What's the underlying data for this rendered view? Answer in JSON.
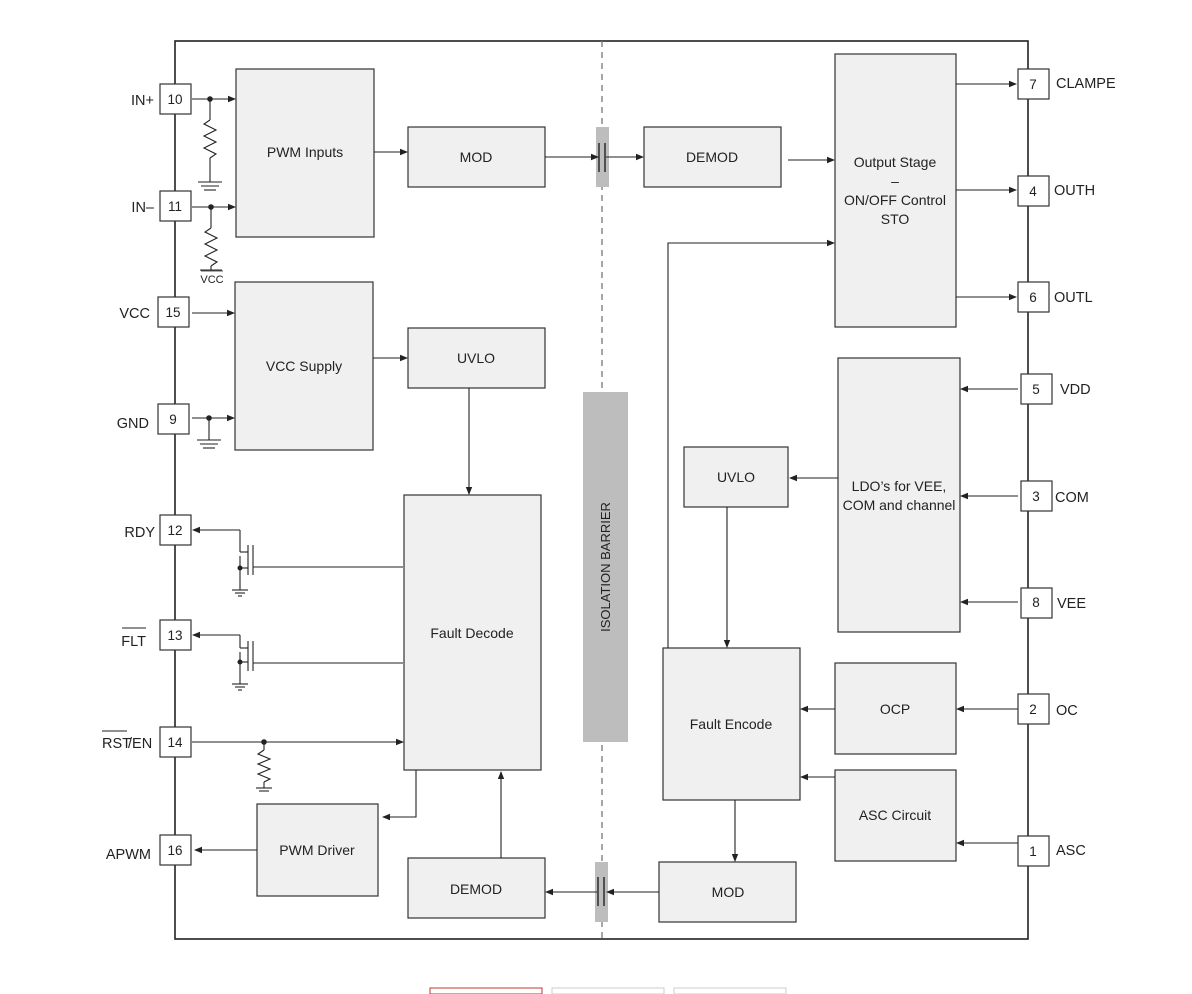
{
  "blocks": {
    "pwm_inputs": "PWM Inputs",
    "mod_top": "MOD",
    "demod_top": "DEMOD",
    "output_stage": [
      "Output Stage",
      "–",
      "ON/OFF Control",
      "STO"
    ],
    "vcc_supply": "VCC Supply",
    "uvlo_left": "UVLO",
    "uvlo_right": "UVLO",
    "ldo": [
      "LDO’s for VEE,",
      "COM and channel"
    ],
    "fault_decode": "Fault Decode",
    "fault_encode": "Fault Encode",
    "ocp": "OCP",
    "asc_circuit": "ASC Circuit",
    "pwm_driver": "PWM Driver",
    "demod_bottom": "DEMOD",
    "mod_bottom": "MOD",
    "isolation_barrier": "ISOLATION BARRIER"
  },
  "left_pins": [
    {
      "name": "IN+",
      "num": "10"
    },
    {
      "name": "IN–",
      "num": "11"
    },
    {
      "name": "VCC",
      "num": "15"
    },
    {
      "name": "GND",
      "num": "9"
    },
    {
      "name": "RDY",
      "num": "12"
    },
    {
      "name": "FLT",
      "num": "13",
      "overline": "FLT"
    },
    {
      "name": "RST/EN",
      "num": "14",
      "overline": "RST",
      "suffix": "/EN"
    },
    {
      "name": "APWM",
      "num": "16"
    }
  ],
  "right_pins": [
    {
      "name": "CLAMPE",
      "num": "7"
    },
    {
      "name": "OUTH",
      "num": "4"
    },
    {
      "name": "OUTL",
      "num": "6"
    },
    {
      "name": "VDD",
      "num": "5"
    },
    {
      "name": "COM",
      "num": "3"
    },
    {
      "name": "VEE",
      "num": "8"
    },
    {
      "name": "OC",
      "num": "2"
    },
    {
      "name": "ASC",
      "num": "1"
    }
  ],
  "vcc_pullup_label": "VCC"
}
